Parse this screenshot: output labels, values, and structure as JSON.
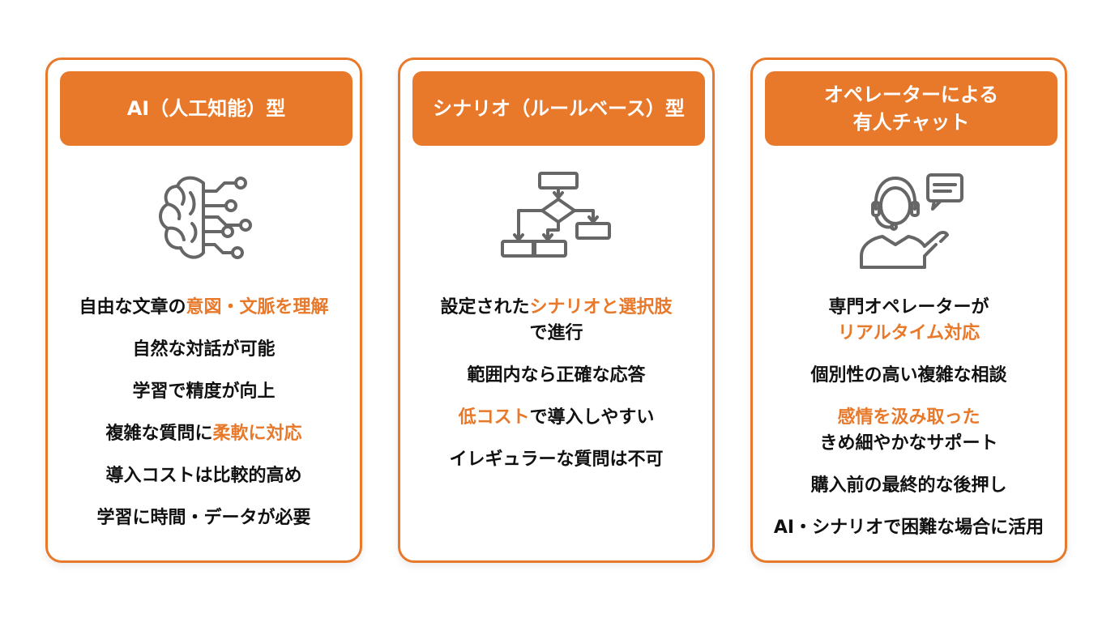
{
  "colors": {
    "accent": "#e8792a",
    "text": "#111111",
    "icon_stroke": "#666666",
    "background": "#ffffff"
  },
  "cards": [
    {
      "header": [
        "AI（人工知能）型"
      ],
      "icon": "brain-circuit-icon",
      "items": [
        [
          {
            "text": "自由な文章の",
            "hl": false
          },
          {
            "text": "意図・文脈を理解",
            "hl": true
          }
        ],
        [
          {
            "text": "自然な対話が可能",
            "hl": false
          }
        ],
        [
          {
            "text": "学習で精度が向上",
            "hl": false
          }
        ],
        [
          {
            "text": "複雑な質問に",
            "hl": false
          },
          {
            "text": "柔軟に対応",
            "hl": true
          }
        ],
        [
          {
            "text": "導入コストは比較的高め",
            "hl": false
          }
        ],
        [
          {
            "text": "学習に時間・データが必要",
            "hl": false
          }
        ]
      ]
    },
    {
      "header": [
        "シナリオ（ルールベース）型"
      ],
      "icon": "flowchart-icon",
      "items": [
        [
          {
            "text": "設定された",
            "hl": false
          },
          {
            "text": "シナリオと選択肢",
            "hl": true
          },
          {
            "text": "で進行",
            "hl": false
          }
        ],
        [
          {
            "text": "範囲内なら正確な応答",
            "hl": false
          }
        ],
        [
          {
            "text": "低コスト",
            "hl": true
          },
          {
            "text": "で導入しやすい",
            "hl": false
          }
        ],
        [
          {
            "text": "イレギュラーな質問は不可",
            "hl": false
          }
        ]
      ]
    },
    {
      "header": [
        "オペレーターによる",
        "有人チャット"
      ],
      "icon": "operator-headset-icon",
      "items": [
        [
          {
            "text": "専門オペレーターが",
            "hl": false
          },
          {
            "text": "リアルタイム対応",
            "hl": true
          }
        ],
        [
          {
            "text": "個別性の高い複雑な相談",
            "hl": false
          }
        ],
        [
          {
            "text": "感情を汲み取った",
            "hl": true
          },
          {
            "text": "きめ細やかなサポート",
            "hl": false
          }
        ],
        [
          {
            "text": "購入前の最終的な後押し",
            "hl": false
          }
        ],
        [
          {
            "text": "AI・シナリオで困難な場合に活用",
            "hl": false
          }
        ]
      ]
    }
  ]
}
